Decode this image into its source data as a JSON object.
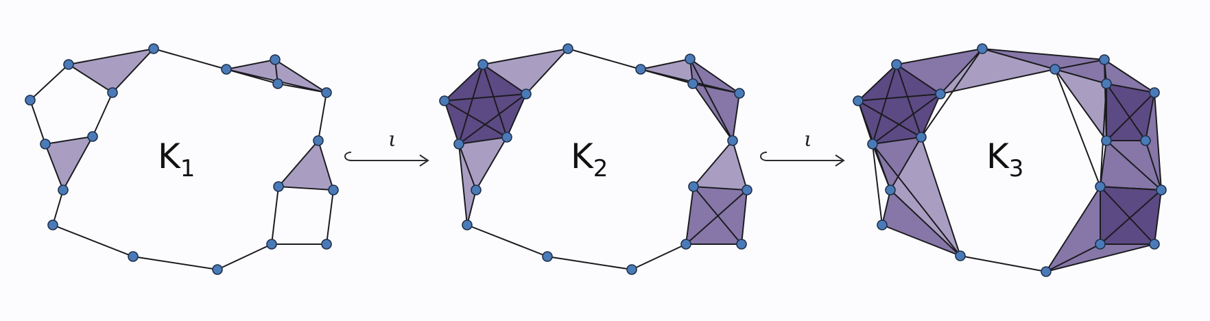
{
  "complexes": [
    {
      "name": "K",
      "index": "1"
    },
    {
      "name": "K",
      "index": "2"
    },
    {
      "name": "K",
      "index": "3"
    }
  ],
  "maps": [
    {
      "symbol": "ι"
    },
    {
      "symbol": "ι"
    }
  ],
  "colors": {
    "face_light": "#a99ec2",
    "face_mid": "#8677a8",
    "face_dark": "#5c4a84",
    "vertex_fill": "#4a7bb8",
    "edge": "#1b1b1f"
  }
}
